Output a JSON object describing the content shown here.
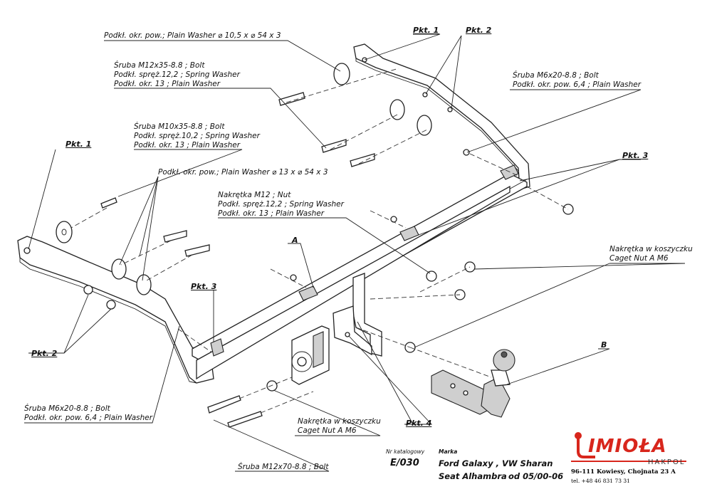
{
  "labels": {
    "plain_washer_105": "Podkł. okr. pow.;  Plain Washer ⌀ 10,5 x ⌀ 54 x 3",
    "bolt_m12x35": "Śruba M12x35-8.8 ;  Bolt",
    "spring_washer_122_a": "Podkł. spręż.12,2 ; Spring Washer",
    "plain_washer_13_a": "Podkł. okr. 13 ; Plain Washer",
    "bolt_m10x35": "Śruba M10x35-8.8 ;  Bolt",
    "spring_washer_102": "Podkł. spręż.10,2 ; Spring Washer",
    "plain_washer_13_b": "Podkł. okr. 13 ; Plain Washer",
    "plain_washer_13x54": "Podkł. okr. pow.;  Plain Washer ⌀ 13 x ⌀ 54 x 3",
    "nut_m12": "Nakrętka  M12 ; Nut",
    "spring_washer_122_b": "Podkł. spręż.12,2 ; Spring Washer",
    "plain_washer_13_c": "Podkł. okr. 13 ; Plain Washer",
    "bolt_m6x20_top": "Śruba  M6x20-8.8 ;  Bolt",
    "plain_washer_64_top": "Podkł. okr. pow. 6,4 ; Plain Washer",
    "caget_nut_pl_right": "Nakrętka w koszyczku",
    "caget_nut_en_right": "Caget Nut A M6",
    "caget_nut_pl_bottom": "Nakrętka w koszyczku",
    "caget_nut_en_bottom": "Caget Nut A M6",
    "bolt_m6x20_bottom": "Śruba M6x20-8.8 ;  Bolt",
    "plain_washer_64_bottom": "Podkł. okr. pow. 6,4 ; Plain Washer",
    "bolt_m12x70": "Śruba M12x70-8.8 ;  Bolt",
    "part_a": "A",
    "part_b": "B"
  },
  "points": {
    "pkt1_top": "Pkt. 1",
    "pkt2_top": "Pkt. 2",
    "pkt1_left": "Pkt. 1",
    "pkt2_left": "Pkt. 2",
    "pkt3_right": "Pkt. 3",
    "pkt3_left": "Pkt. 3",
    "pkt4": "Pkt. 4"
  },
  "title_block": {
    "catalog_label": "Nr katalogowy",
    "catalog_number": "E/030",
    "make_label": "Marka",
    "make_line1": "Ford Galaxy , VW Sharan",
    "make_line2": "Seat Alhambra",
    "years": "od  05/00-06"
  },
  "company": {
    "logo": "IMIOŁA",
    "sub": "HAKPOL",
    "address": "96-111 Kowiesy, Chojnata 23 A",
    "phone": "tel. +48 46 831 73 31",
    "brand_color": "#d8261c"
  }
}
